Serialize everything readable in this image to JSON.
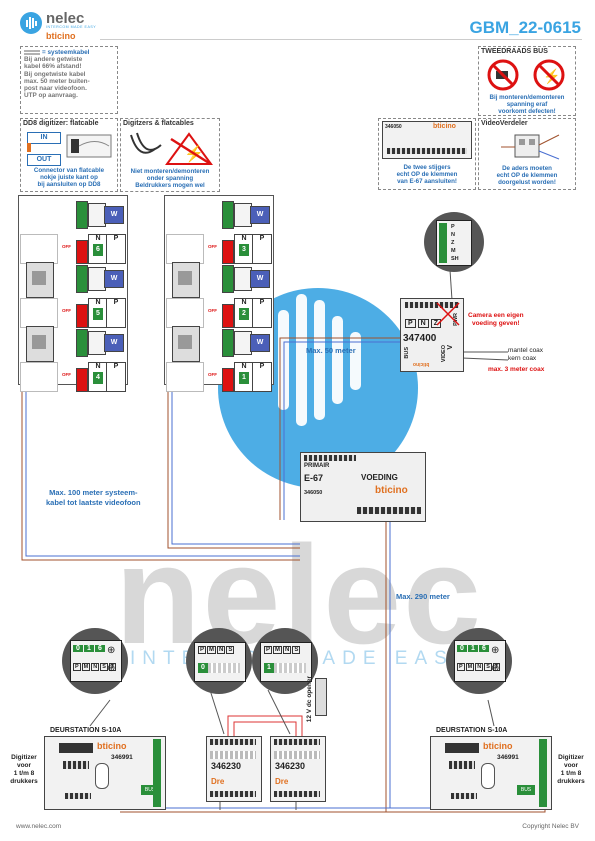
{
  "header": {
    "brand_top": "nelec",
    "brand_tagline": "INTERCOM MADE EASY",
    "brand_bottom": "bticino",
    "doc_code": "GBM_22-0615"
  },
  "watermark": {
    "text": "nelec",
    "tagline": "INTERCOM MADE EASY"
  },
  "notes": {
    "systeemkabel": {
      "title": "= systeemkabel",
      "lines": [
        "Bij andere getwiste",
        "kabel 66% afstand!",
        "Bij ongetwiste kabel",
        "max. 50 meter buiten-",
        "post naar videofoon.",
        "UTP op aanvraag."
      ]
    },
    "dd8": {
      "title": "DD8 digitizer: flatcable",
      "in": "IN",
      "out": "OUT",
      "lines": [
        "Connector van flatcable",
        "nokje juiste kant op",
        "bij aansluiten op DD8"
      ]
    },
    "digitizers": {
      "title": "Digitzers & flatcables",
      "lines": [
        "Niet monteren/demonteren",
        "onder spanning",
        "Beldrukkers mogen wel"
      ]
    },
    "klemmen": {
      "device_code": "346050",
      "device_brand": "bticino",
      "lines": [
        "De twee stijgers",
        "echt OP de klemmen",
        "van E-67 aansluiten!"
      ]
    },
    "tweedraads": {
      "title": "TWEEDRAADS BUS",
      "lines": [
        "Bij monteren/demonteren",
        "spanning eraf",
        "voorkomt defecten!"
      ]
    },
    "videoverdeler": {
      "title": "VideoVerdeler",
      "lines": [
        "De aders moeten",
        "echt OP de klemmen",
        "doorgelust worden!"
      ]
    }
  },
  "risers": {
    "left": [
      {
        "n_label": "N",
        "p_label": "P",
        "n": "6",
        "p": "",
        "off": "OFF",
        "v": "W"
      },
      {
        "n_label": "N",
        "p_label": "P",
        "n": "5",
        "p": "",
        "off": "OFF",
        "v": "W"
      },
      {
        "n_label": "N",
        "p_label": "P",
        "n": "4",
        "p": "",
        "off": "OFF",
        "v": "W"
      }
    ],
    "right": [
      {
        "n_label": "N",
        "p_label": "P",
        "n": "3",
        "p": "",
        "off": "OFF",
        "v": "W"
      },
      {
        "n_label": "N",
        "p_label": "P",
        "n": "2",
        "p": "",
        "off": "OFF",
        "v": "W"
      },
      {
        "n_label": "N",
        "p_label": "P",
        "n": "1",
        "p": "",
        "off": "OFF",
        "v": "W"
      }
    ]
  },
  "camera": {
    "code": "347400",
    "brand": "bticino",
    "terminals": [
      "P",
      "N",
      "Z"
    ],
    "pwr": "PWR",
    "bus": "BUS",
    "video": "VIDEO",
    "vlabel": "V",
    "warning": [
      "Camera een eigen",
      "voeding geven!"
    ],
    "coax": [
      "mantel coax",
      "kern coax"
    ],
    "coax_max": "max. 3 meter coax",
    "detail": [
      "P",
      "N",
      "Z",
      "M",
      "SH"
    ]
  },
  "supply": {
    "primary": "PRIMAIR",
    "model": "E-67",
    "title": "VOEDING",
    "code": "346050",
    "brand": "bticino"
  },
  "distances": {
    "max50": "Max. 50 meter",
    "max100": [
      "Max. 100 meter systeem-",
      "kabel tot laatste videofoon"
    ],
    "max290": "Max. 290 meter"
  },
  "door_stations": {
    "left": {
      "title": "DEURSTATION S-10A",
      "code": "346991",
      "brand": "bticino",
      "bus": "BUS",
      "side_note": [
        "Digitizer",
        "voor",
        "1 t/m 8",
        "drukkers"
      ],
      "digits": [
        "0",
        "1",
        "6"
      ],
      "terms": [
        "P",
        "M",
        "N",
        "S",
        "T"
      ]
    },
    "right": {
      "title": "DEURSTATION S-10A",
      "code": "346991",
      "brand": "bticino",
      "bus": "BUS",
      "side_note": [
        "Digitizer",
        "voor",
        "1 t/m 8",
        "drukkers"
      ],
      "digits": [
        "0",
        "1",
        "6"
      ],
      "terms": [
        "P",
        "M",
        "N",
        "S",
        "T"
      ]
    }
  },
  "interfaces": [
    {
      "code": "346230",
      "label": "Dre",
      "digit": "0",
      "terms": [
        "P",
        "M",
        "N",
        "S"
      ]
    },
    {
      "code": "346230",
      "label": "Dre",
      "digit": "1",
      "terms": [
        "P",
        "M",
        "N",
        "S"
      ]
    }
  ],
  "lock": {
    "label": "12 V dc opener"
  },
  "footer": {
    "left": "www.nelec.com",
    "right": "Copyright Nelec BV"
  },
  "colors": {
    "accent_blue": "#2a6fb5",
    "warning_red": "#d11111",
    "watermark_blue": "#39a3e0",
    "wire_brown": "#a0522d",
    "wire_blue": "#4a6fd1"
  }
}
